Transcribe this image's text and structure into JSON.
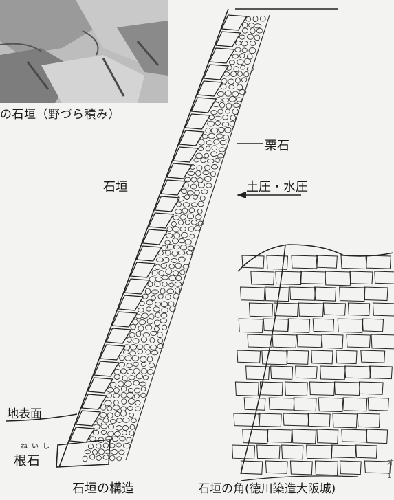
{
  "photo": {
    "caption": "の石垣（野づら積み）"
  },
  "diagram": {
    "wall_label": "石垣",
    "kuriishi_label": "栗石",
    "pressure_label": "土圧・水圧",
    "ground_label": "地表面",
    "neishi_label": "根石",
    "neishi_ruby": "ねいし",
    "caption": "石垣の構造"
  },
  "corner": {
    "caption": "石垣の角(徳川築造大阪城)"
  },
  "edge_marks": [
    "才",
    "1"
  ]
}
